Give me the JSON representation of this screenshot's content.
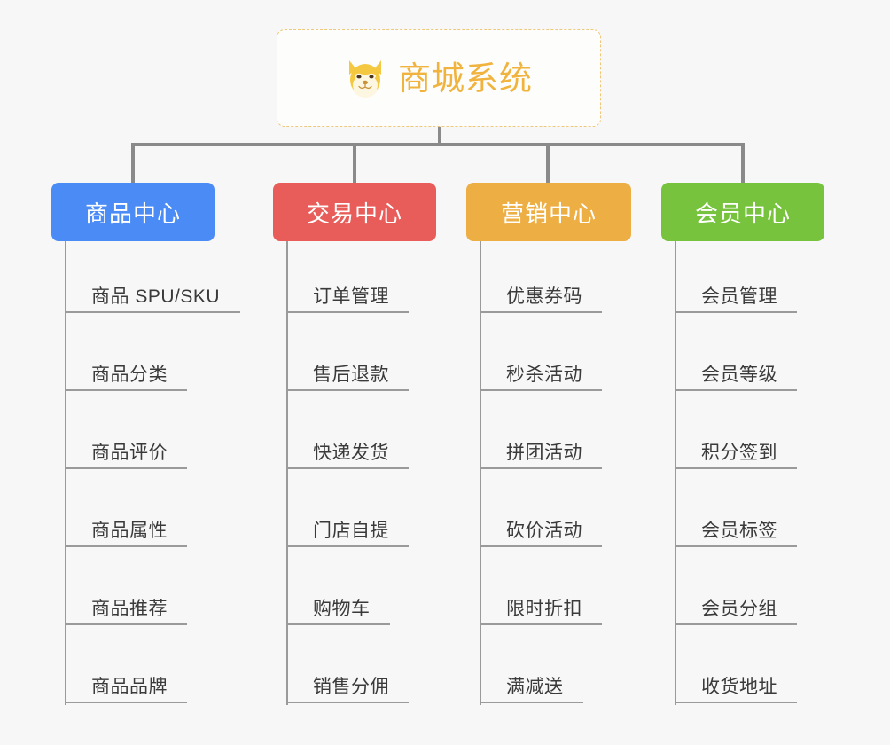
{
  "diagram": {
    "type": "mindmap-org-chart",
    "background_color": "#f7f7f7",
    "root": {
      "title": "商城系统",
      "icon": "shiba-dog-icon",
      "text_color": "#f0b33d",
      "border_color": "#efc77a",
      "background_color": "#fdfdfc"
    },
    "connector_color": "#8a8a8a",
    "leaf_rule_color": "#9a9a9a",
    "leaf_text_color": "#3a3a3a",
    "categories": [
      {
        "label": "商品中心",
        "color": "#4a8bf5",
        "items": [
          "商品 SPU/SKU",
          "商品分类",
          "商品评价",
          "商品属性",
          "商品推荐",
          "商品品牌"
        ]
      },
      {
        "label": "交易中心",
        "color": "#e85d5a",
        "items": [
          "订单管理",
          "售后退款",
          "快递发货",
          "门店自提",
          "购物车",
          "销售分佣"
        ]
      },
      {
        "label": "营销中心",
        "color": "#edae44",
        "items": [
          "优惠券码",
          "秒杀活动",
          "拼团活动",
          "砍价活动",
          "限时折扣",
          "满减送"
        ]
      },
      {
        "label": "会员中心",
        "color": "#77c33e",
        "items": [
          "会员管理",
          "会员等级",
          "积分签到",
          "会员标签",
          "会员分组",
          "收货地址"
        ]
      }
    ]
  }
}
